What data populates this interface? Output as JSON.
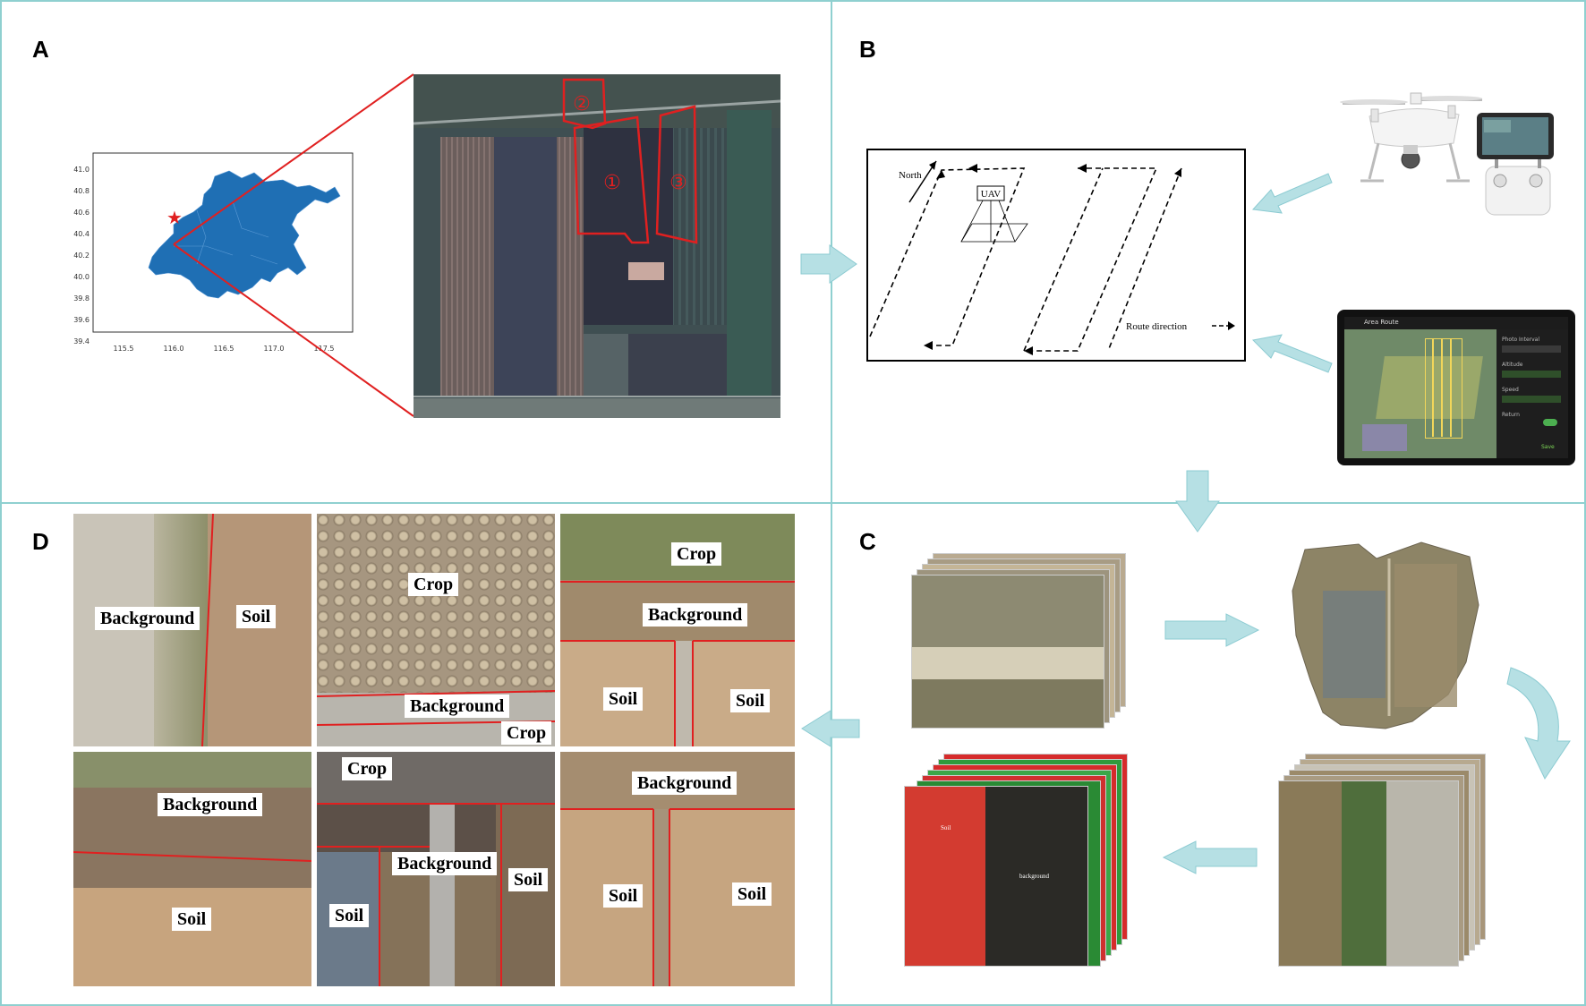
{
  "panels": {
    "a": "A",
    "b": "B",
    "c": "C",
    "d": "D"
  },
  "map": {
    "y_ticks": [
      "41.0",
      "40.8",
      "40.6",
      "40.4",
      "40.2",
      "40.0",
      "39.8",
      "39.6",
      "39.4"
    ],
    "x_ticks": [
      "115.5",
      "116.0",
      "116.5",
      "117.0",
      "117.5"
    ],
    "fill": "#1f6fb4",
    "star_color": "#e02020"
  },
  "satellite": {
    "field_labels": [
      "②",
      "①",
      "③"
    ],
    "outline_color": "#e02020"
  },
  "route": {
    "north": "North",
    "uav": "UAV",
    "route_direction": "Route direction"
  },
  "tablet": {
    "title": "Area Route",
    "items": [
      "Photo Interval",
      "Altitude",
      "Speed",
      "Return",
      "Save"
    ]
  },
  "pipeline": {
    "soil": "Soil",
    "background": "background"
  },
  "samples": {
    "s1": {
      "background": "Background",
      "soil": "Soil"
    },
    "s2": {
      "crop_top": "Crop",
      "background": "Background",
      "crop_bottom": "Crop"
    },
    "s3": {
      "crop": "Crop",
      "background": "Background",
      "soil_left": "Soil",
      "soil_right": "Soil"
    },
    "s4": {
      "background": "Background",
      "soil": "Soil"
    },
    "s5": {
      "crop": "Crop",
      "background": "Background",
      "soil_left": "Soil",
      "soil_right": "Soil"
    },
    "s6": {
      "background": "Background",
      "soil_left": "Soil",
      "soil_right": "Soil"
    }
  },
  "colors": {
    "border": "#8fd0d0",
    "arrow": "#b6e0e4",
    "segment_line": "#e02020"
  }
}
